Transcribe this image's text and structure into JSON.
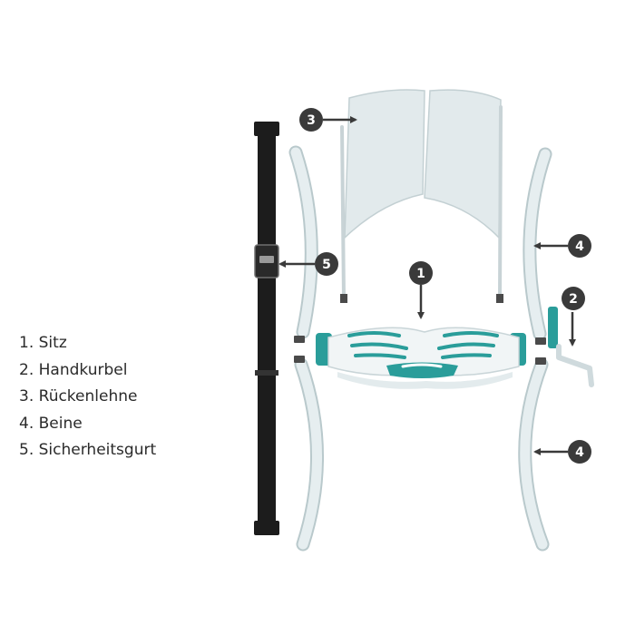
{
  "legend": [
    {
      "num": "1.",
      "label": "Sitz"
    },
    {
      "num": "2.",
      "label": "Handkurbel"
    },
    {
      "num": "3.",
      "label": "Rückenlehne"
    },
    {
      "num": "4.",
      "label": "Beine"
    },
    {
      "num": "5.",
      "label": "Sicherheitsgurt"
    }
  ],
  "callouts": {
    "seat": "1",
    "crank": "2",
    "backrest": "3",
    "leg_upper": "4",
    "leg_lower": "4",
    "belt": "5"
  },
  "colors": {
    "text": "#2b2b2b",
    "badge": "#3a3a3a",
    "teal": "#2a9d9a",
    "frame": "#d9e4e6",
    "frame_stroke": "#b9c9cc",
    "belt": "#1c1c1c"
  }
}
